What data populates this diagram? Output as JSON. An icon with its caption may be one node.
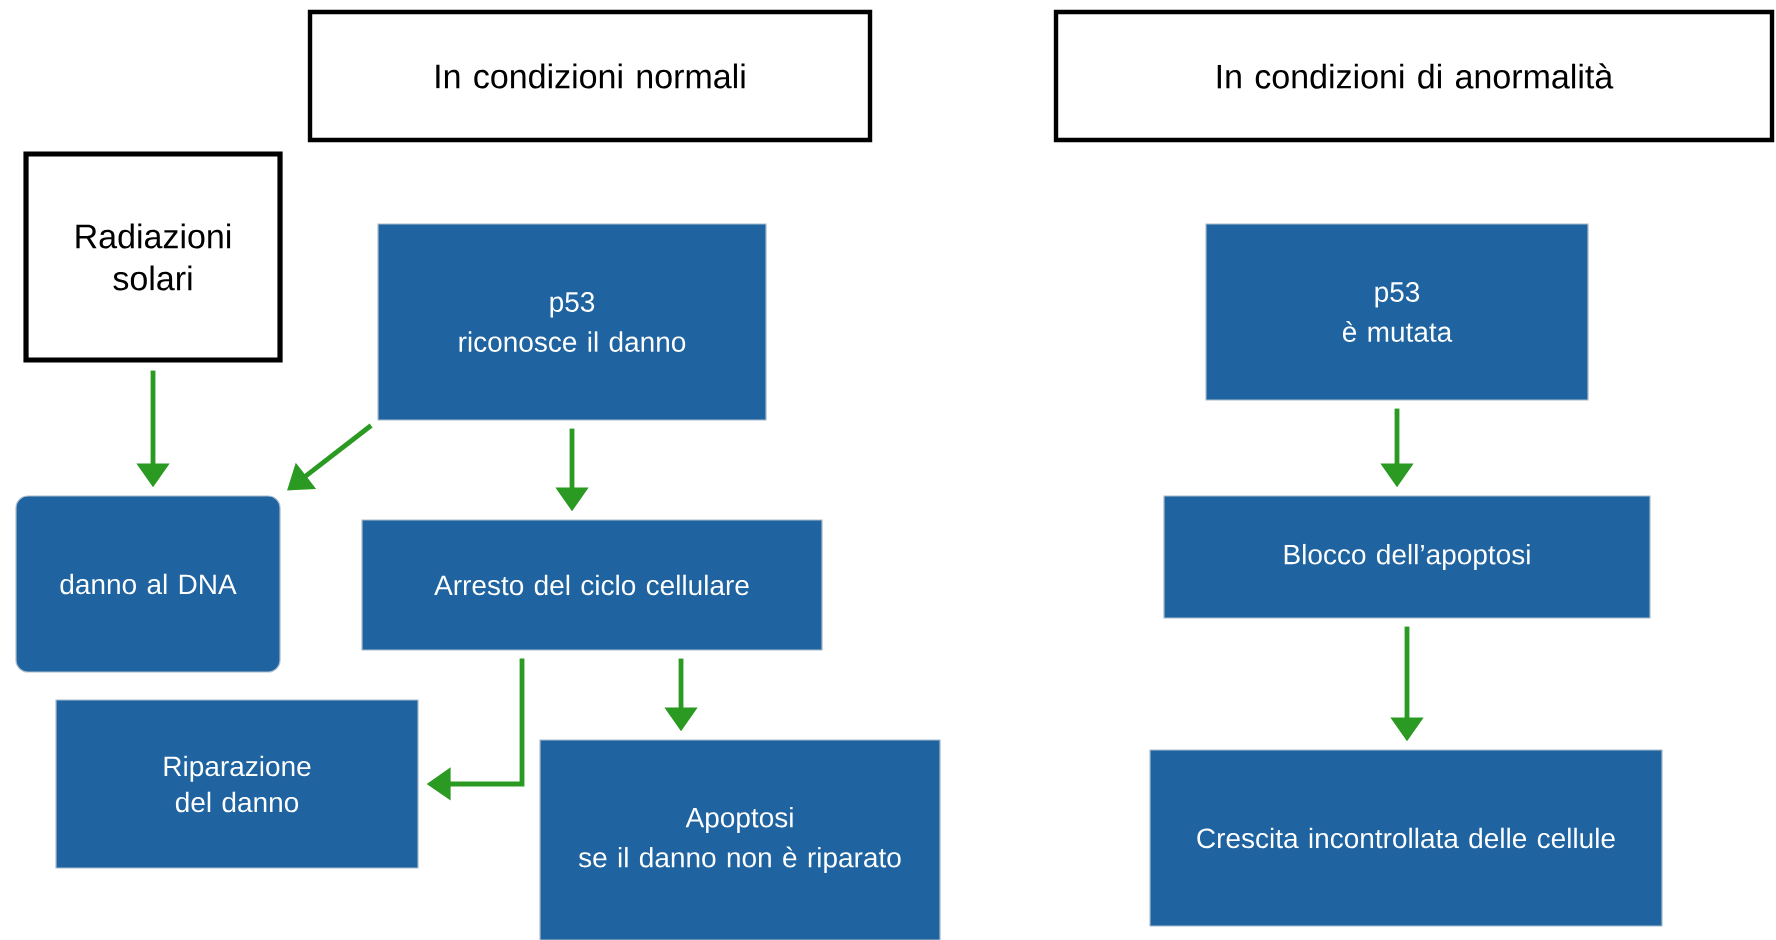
{
  "diagram": {
    "nodes": [
      {
        "text": [
          "In condizioni normali"
        ]
      },
      {
        "text": [
          "In condizioni di anormalità"
        ]
      },
      {
        "text": [
          "Radiazioni solari"
        ]
      },
      {
        "text": [
          "p53",
          "riconosce il danno"
        ]
      },
      {
        "text": [
          "danno al DNA"
        ]
      },
      {
        "text": [
          "Arresto del ciclo cellulare"
        ]
      },
      {
        "text": [
          "Riparazione del danno"
        ]
      },
      {
        "text": [
          "Apoptosi",
          "se il danno non è riparato"
        ]
      },
      {
        "text": [
          "p53",
          "è mutata"
        ]
      },
      {
        "text": [
          "Blocco dell’apoptosi"
        ]
      },
      {
        "text": [
          "Crescita incontrollata delle cellule"
        ]
      }
    ],
    "edges": [
      {
        "from": 2,
        "to": 4,
        "arrow": "to"
      },
      {
        "from": 3,
        "to": 4,
        "arrow": "to"
      },
      {
        "from": 3,
        "to": 5,
        "arrow": "to"
      },
      {
        "from": 5,
        "to": 6,
        "arrow": "to"
      },
      {
        "from": 5,
        "to": 7,
        "arrow": "to"
      },
      {
        "from": 8,
        "to": 9,
        "arrow": "to"
      },
      {
        "from": 9,
        "to": 10,
        "arrow": "to"
      }
    ]
  }
}
